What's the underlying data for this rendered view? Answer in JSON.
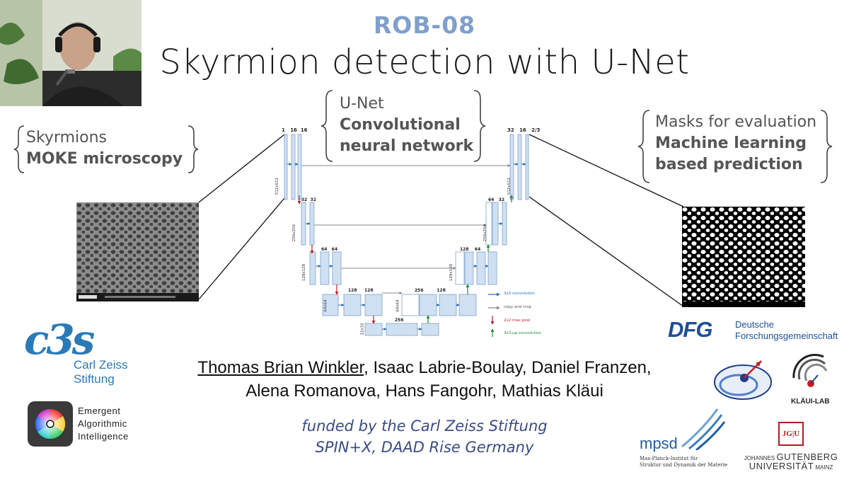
{
  "header": {
    "code": "ROB-08",
    "title": "Skyrmion detection with U-Net"
  },
  "left_label": {
    "line1": "Skyrmions",
    "line2": "MOKE microscopy"
  },
  "center_label": {
    "line1": "U-Net",
    "line2": "Convolutional",
    "line3": "neural network"
  },
  "right_label": {
    "line1": "Masks for evaluation",
    "line2": "Machine learning",
    "line3": "based prediction"
  },
  "unet": {
    "top_left_channels": [
      "1",
      "16",
      "16"
    ],
    "top_right_channels": [
      "32",
      "16",
      "2/3"
    ],
    "level2_left": [
      "32",
      "32"
    ],
    "level2_right": [
      "64",
      "32"
    ],
    "level3_left": [
      "64",
      "64"
    ],
    "level3_right": [
      "128",
      "64"
    ],
    "level4_left": [
      "128",
      "128"
    ],
    "level4_right": [
      "256",
      "128"
    ],
    "bottom": "256",
    "dims": [
      "512x512",
      "256x256",
      "128x128",
      "64x64",
      "32x32"
    ],
    "legend": [
      {
        "label": "3x3 convolution",
        "color": "#1f6fb5"
      },
      {
        "label": "copy and crop",
        "color": "#888888"
      },
      {
        "label": "2x2 max pool",
        "color": "#c0202a"
      },
      {
        "label": "3x3 up-convolution",
        "color": "#1f8a3a"
      }
    ]
  },
  "microscopy_caption": "",
  "authors": {
    "first": "Thomas Brian Winkler",
    "line1_rest": ", Isaac Labrie-Boulay, Daniel Franzen,",
    "line2": "Alena Romanova, Hans Fangohr, Mathias Kläui"
  },
  "funding": {
    "line1": "funded by the Carl Zeiss Stiftung",
    "line2": "SPIN+X, DAAD Rise Germany"
  },
  "logos": {
    "czs_mark": "c3s",
    "czs_line1": "Carl Zeiss",
    "czs_line2": "Stiftung",
    "eai_line1": "Emergent",
    "eai_line2": "Algorithmic",
    "eai_line3": "Intelligence",
    "dfg_mark": "DFG",
    "dfg_line1": "Deutsche",
    "dfg_line2": "Forschungsgemeinschaft",
    "klaui": "KLÄUI-LAB",
    "mpsd_mark": "mpsd",
    "mpsd_line1": "Max-Planck-Institut für",
    "mpsd_line2": "Struktur und Dynamik der Materie",
    "jgu_mark": "JG|U",
    "jgu_line1a": "JOHANNES ",
    "jgu_line1b": "GUTENBERG",
    "jgu_line2a": "UNIVERSITÄT",
    "jgu_line2b": " MAINZ"
  },
  "colors": {
    "accent": "#7f9fce",
    "funding": "#3b4a8a",
    "czs_blue": "#2a7ab8",
    "dfg_blue": "#1f4e9c"
  }
}
